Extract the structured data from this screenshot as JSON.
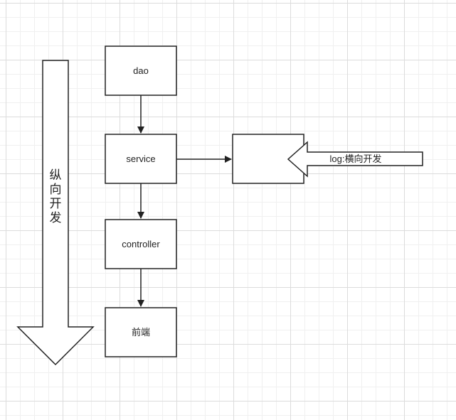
{
  "diagram": {
    "nodes": {
      "dao": "dao",
      "service": "service",
      "controller": "controller",
      "frontend": "前端"
    },
    "vertical_arrow_label": [
      "纵",
      "向",
      "开",
      "发"
    ],
    "horizontal_arrow_label": "log:横向开发"
  },
  "colors": {
    "stroke": "#222222",
    "fill": "#ffffff",
    "text": "#222222"
  }
}
